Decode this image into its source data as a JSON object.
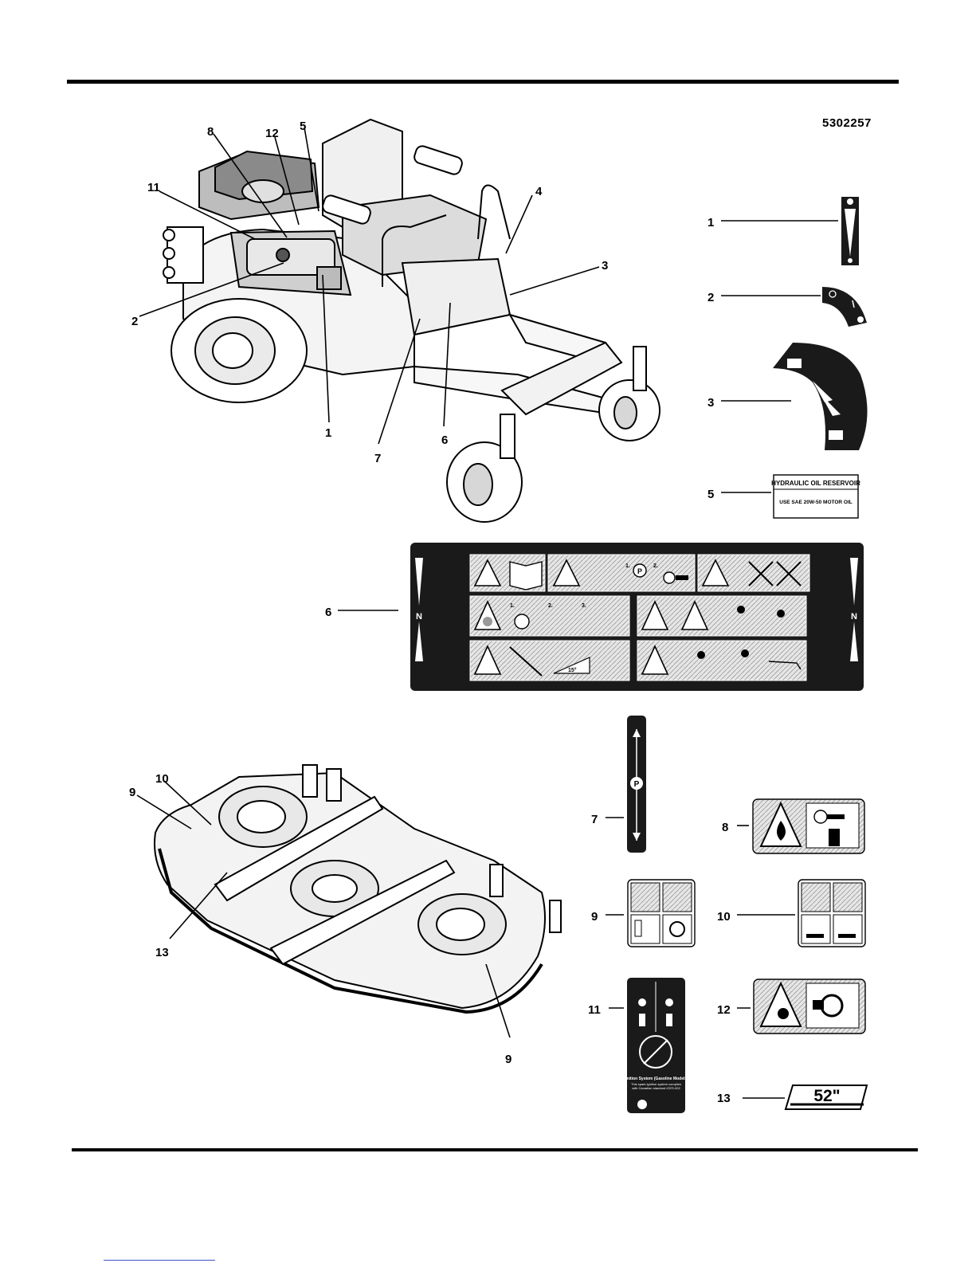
{
  "document": {
    "part_number": "5302257"
  },
  "callouts": {
    "c1": "1",
    "c2": "2",
    "c3": "3",
    "c4": "4",
    "c5": "5",
    "c6": "6",
    "c7": "7",
    "c8": "8",
    "c9": "9",
    "c10": "10",
    "c11": "11",
    "c12": "12",
    "c13": "13"
  },
  "decals": {
    "hydraulic_title": "HYDRAULIC OIL RESERVOIR",
    "hydraulic_body": "USE SAE 20W-50 MOTOR OIL",
    "neutral_mark": "N",
    "park_mark": "P",
    "step_1": "1.",
    "step_2": "2.",
    "step_3": "3.",
    "slope_angle": "15°",
    "ignition_title": "Ignition System (Gasoline Models)",
    "ignition_body": "This spark ignition system complies with Canadian standard ICES-002",
    "deck_size": "52\""
  },
  "colors": {
    "ink": "#000000",
    "decal_dark": "#1a1a1a",
    "decal_light": "#d9d9d9",
    "footer_link": "#3a52c8"
  }
}
